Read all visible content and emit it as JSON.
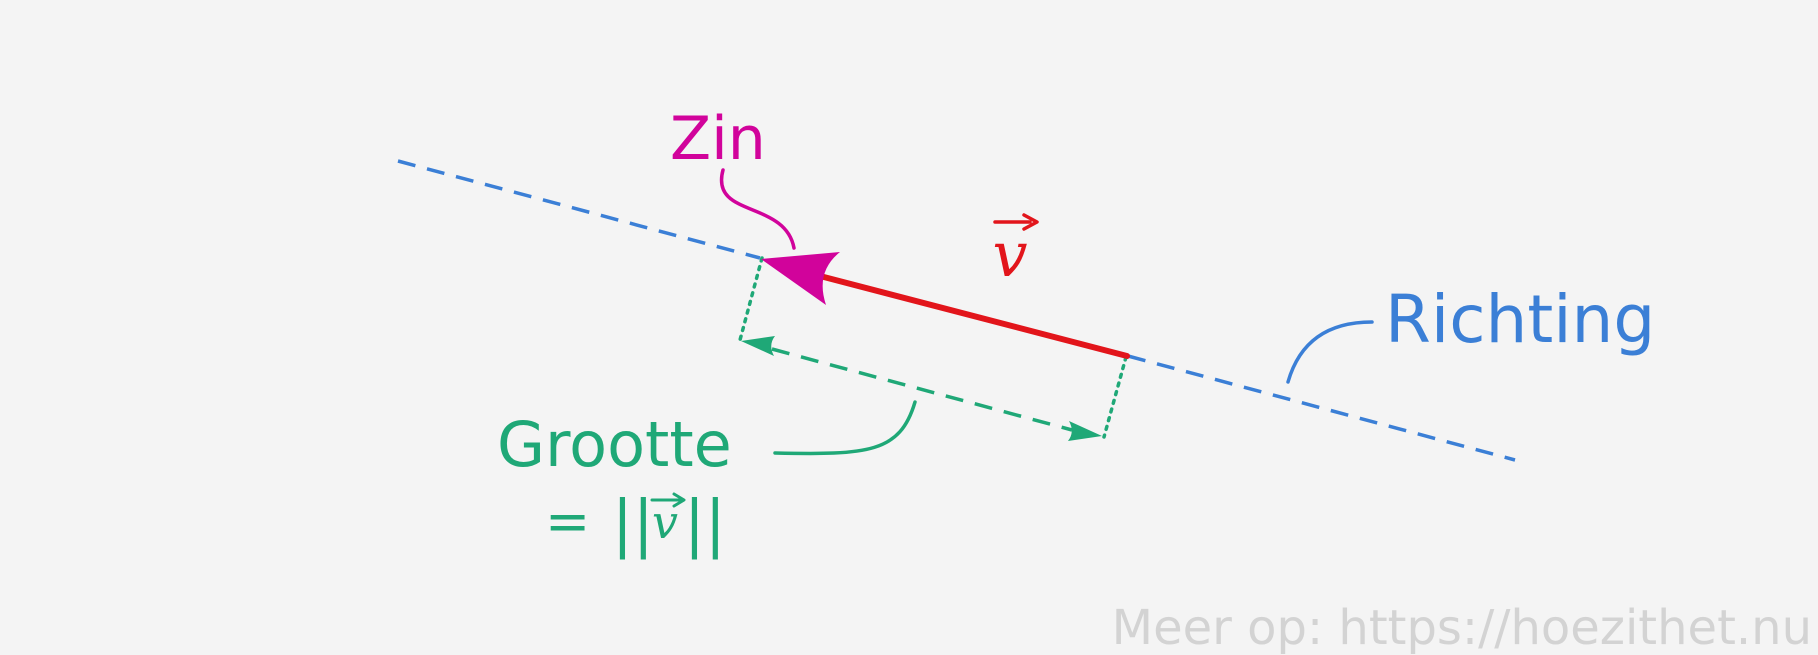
{
  "labels": {
    "sense": "Zin",
    "direction": "Richting",
    "magnitude": "Grootte",
    "vector_symbol": "v",
    "magnitude_equals": "=",
    "norm_left": "||",
    "norm_right": "||",
    "footer": "Meer op: https://hoezithet.nu"
  },
  "colors": {
    "sense": "#d1039b",
    "direction": "#3b7fd6",
    "magnitude": "#1fa877",
    "vector": "#e2151b",
    "footer": "#d3d3d3",
    "background": "#f4f4f4"
  }
}
